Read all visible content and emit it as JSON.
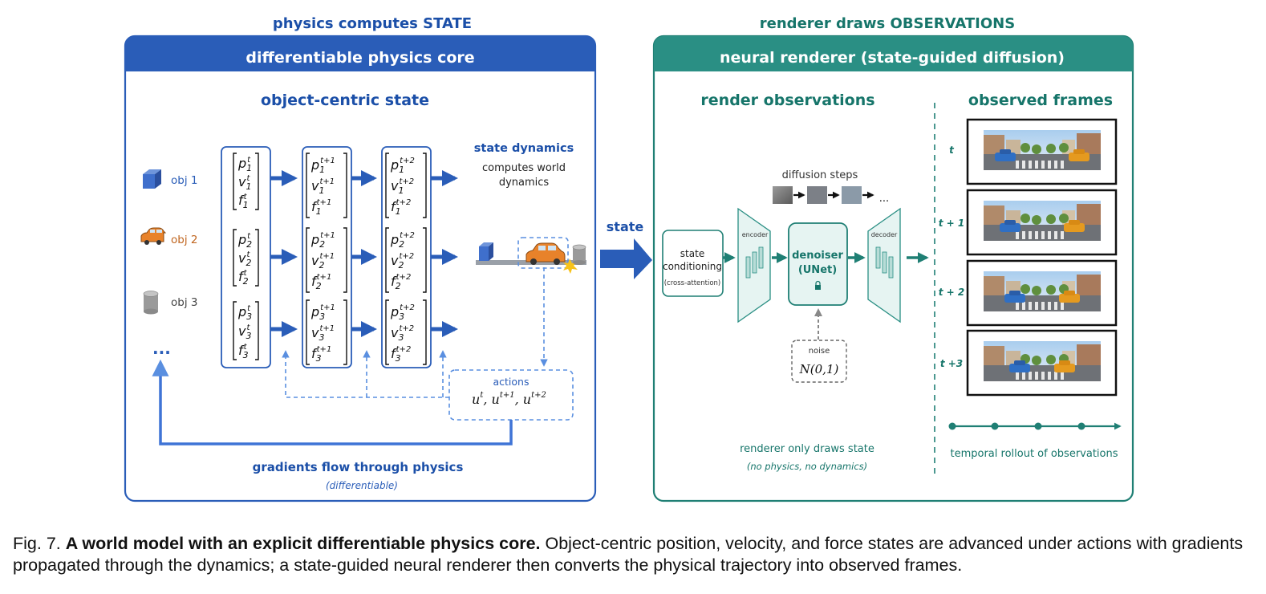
{
  "physics": {
    "top_label": "physics computes STATE",
    "header": "differentiable physics core",
    "state_title": "object-centric state",
    "objects": [
      {
        "label": "obj 1"
      },
      {
        "label": "obj 2"
      },
      {
        "label": "obj 3"
      }
    ],
    "more": "...",
    "dynamics_title": "state dynamics",
    "dynamics_desc_line1": "computes world",
    "dynamics_desc_line2": "dynamics",
    "actions_label": "actions",
    "gradients_label": "gradients flow through physics",
    "gradients_sub": "(differentiable)"
  },
  "state_arrow_label": "state",
  "renderer": {
    "top_label": "renderer draws OBSERVATIONS",
    "header": "neural renderer (state-guided diffusion)",
    "render_title": "render observations",
    "frames_title": "observed frames",
    "diffusion_steps": "diffusion steps",
    "diffusion_more": "...",
    "conditioning_line1": "state",
    "conditioning_line2": "conditioning",
    "conditioning_sub": "(cross-attention)",
    "encoder": "encoder",
    "decoder": "decoder",
    "denoiser_line1": "denoiser",
    "denoiser_line2": "(UNet)",
    "noise_label": "noise",
    "renderer_note": "renderer only draws state",
    "renderer_note_sub": "(no physics, no dynamics)",
    "frame_labels": [
      "t",
      "t + 1",
      "t + 2",
      "t +3"
    ],
    "rollout_label": "temporal rollout of observations"
  },
  "caption": {
    "prefix": "Fig. 7.",
    "bold": "A world model with an explicit differentiable physics core.",
    "text": "Object-centric position, velocity, and force states are advanced under actions with gradients propagated through the dynamics; a state-guided neural renderer then converts the physical trajectory into observed frames."
  },
  "colors": {
    "physics_blue": "#2a5db8",
    "renderer_teal": "#1f7f74"
  }
}
